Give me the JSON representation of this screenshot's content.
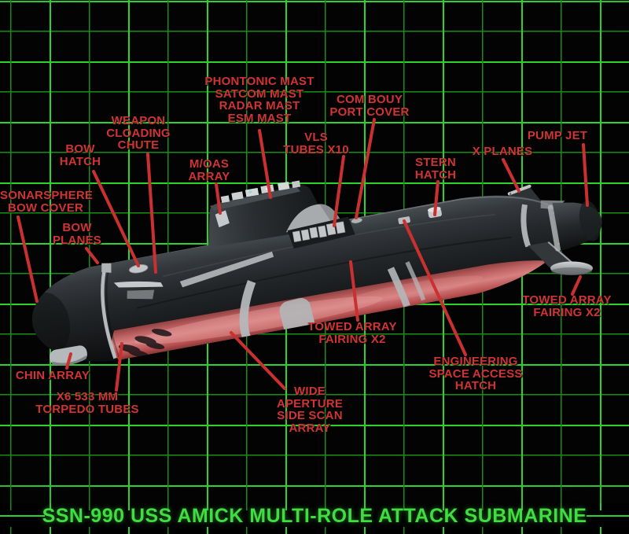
{
  "title": "SSN-990 USS AMICK MULTI-ROLE ATTACK SUBMARINE",
  "subject": "multi-role attack submarine side-profile cutaway diagram on phosphor grid",
  "colors": {
    "grid_bright": "#2bd32b",
    "grid_dim": "#178f17",
    "label_red": "#d13434",
    "leader_red": "#cb3030",
    "title_green": "#3fdd3f",
    "hull_dark": "#2b2f33",
    "belly_red": "#c05454",
    "accent_gray": "#b9bcbe",
    "background": "#020302"
  },
  "labels": [
    {
      "id": "sonarsphere-bow-cover",
      "text": "SONARSPHERE\nBOW COVER"
    },
    {
      "id": "bow-hatch",
      "text": "BOW\nHATCH"
    },
    {
      "id": "weapon-cloading-chute",
      "text": "WEAPON\nCLOADING\nCHUTE"
    },
    {
      "id": "mast-cluster",
      "text": "PHONTONIC MAST\nSATCOM MAST\nRADAR MAST\nESM MAST"
    },
    {
      "id": "m-oas-array",
      "text": "M/OAS\nARRAY"
    },
    {
      "id": "vls-tubes",
      "text": "VLS\nTUBES X10"
    },
    {
      "id": "com-bouy-port-cover",
      "text": "COM BOUY\nPORT COVER"
    },
    {
      "id": "stern-hatch",
      "text": "STERN\nHATCH"
    },
    {
      "id": "x-planes",
      "text": "X PLANES"
    },
    {
      "id": "pump-jet",
      "text": "PUMP JET"
    },
    {
      "id": "towed-array-fairing-stern",
      "text": "TOWED ARRAY\nFAIRING X2"
    },
    {
      "id": "towed-array-fairing-mid",
      "text": "TOWED ARRAY\nFAIRING X2"
    },
    {
      "id": "engineering-space-access-hatch",
      "text": "ENGINEERING\nSPACE ACCESS\nHATCH"
    },
    {
      "id": "wide-aperture-side-scan-array",
      "text": "WIDE\nAPERTURE\nSIDE SCAN\nARRAY"
    },
    {
      "id": "torpedo-tubes",
      "text": "X6 533 MM\nTORPEDO TUBES"
    },
    {
      "id": "chin-array",
      "text": "CHIN ARRAY"
    },
    {
      "id": "bow-planes",
      "text": "BOW\nPLANES"
    }
  ]
}
